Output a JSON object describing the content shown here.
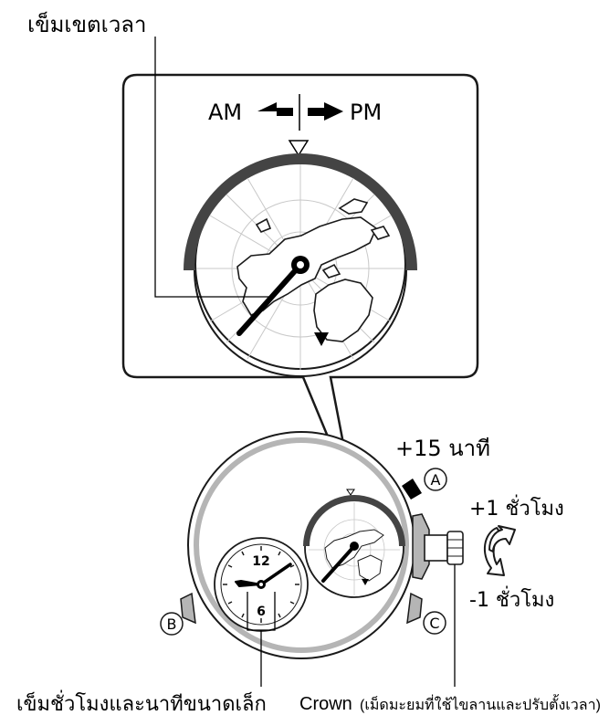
{
  "labels": {
    "time_zone_hand": "เข็มเขตเวลา",
    "am": "AM",
    "pm": "PM",
    "plus_15_min": "+15  นาที",
    "plus_1_hour": "+1  ชั่วโมง",
    "minus_1_hour": "-1  ชั่วโมง",
    "small_hands": "เข็มชั่วโมงและนาทีขนาดเล็ก",
    "crown": "Crown",
    "crown_note": "(เม็ดมะยมที่ใช้ไขลานและปรับตั้งเวลา)"
  },
  "buttons": {
    "a": "A",
    "b": "B",
    "c": "C"
  },
  "dial": {
    "twelve": "12",
    "six": "6"
  },
  "colors": {
    "outline": "#1a1a1a",
    "case_gray": "#b5b5b5",
    "dark_band": "#444444",
    "grid": "#c8c8c8"
  }
}
